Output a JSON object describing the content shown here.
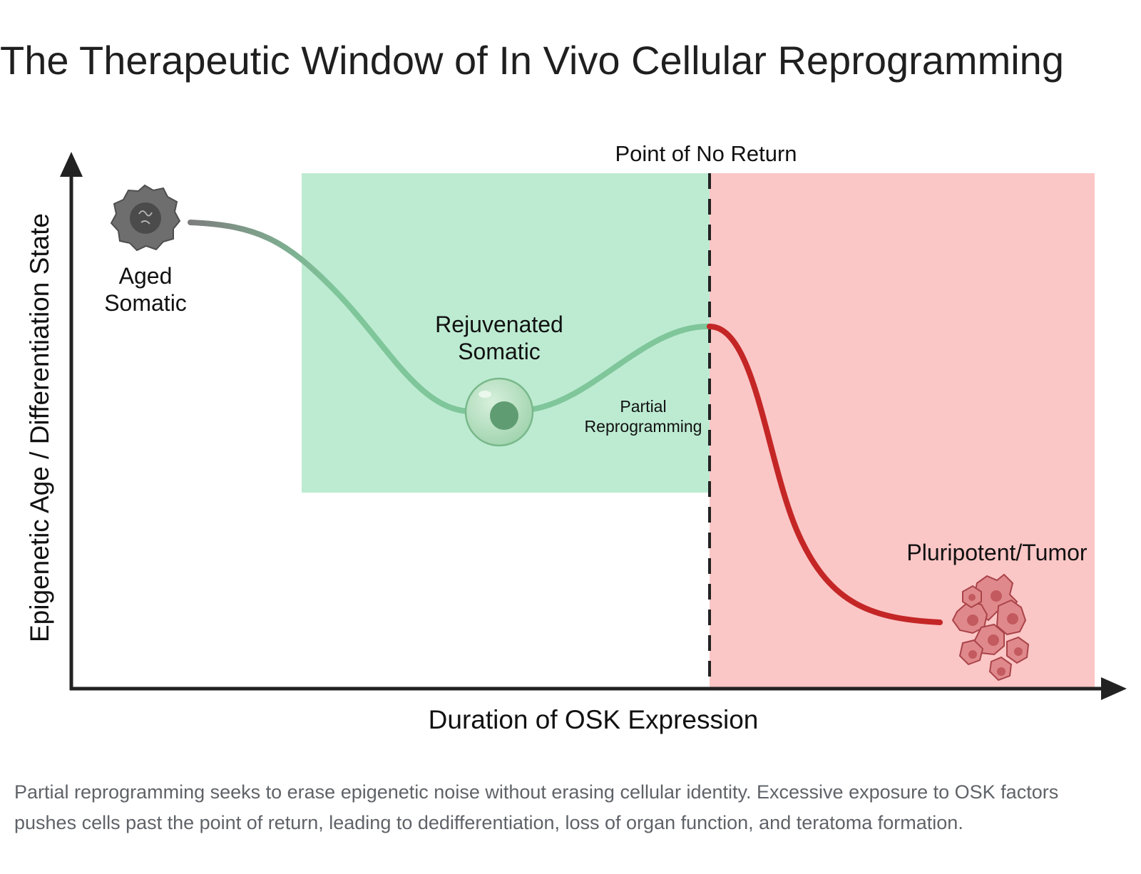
{
  "title": "The Therapeutic Window of In Vivo Cellular Reprogramming",
  "axes": {
    "y_label": "Epigenetic Age / Differentiation State",
    "x_label": "Duration of OSK Expression"
  },
  "threshold_label": "Point of No Return",
  "stages": {
    "aged": {
      "line1": "Aged",
      "line2": "Somatic"
    },
    "rejuvenated": {
      "line1": "Rejuvenated",
      "line2": "Somatic"
    },
    "partial": {
      "line1": "Partial",
      "line2": "Reprogramming"
    },
    "tumor": {
      "label": "Pluripotent/Tumor"
    }
  },
  "colors": {
    "window_zone": "#bdebd2",
    "danger_zone": "#fbc6c6",
    "aged_curve": "#7d7d7d",
    "safe_curve": "#7fc69a",
    "danger_curve": "#c42626",
    "axis": "#222222"
  },
  "icons": {
    "aged_cell": "aged-cell-icon",
    "healthy_cell": "healthy-cell-icon",
    "tumor_cluster": "tumor-cluster-icon"
  },
  "caption": "Partial reprogramming seeks to erase epigenetic noise without erasing cellular identity. Excessive exposure to OSK factors pushes cells past the point of return, leading to dedifferentiation, loss of organ function, and teratoma formation."
}
